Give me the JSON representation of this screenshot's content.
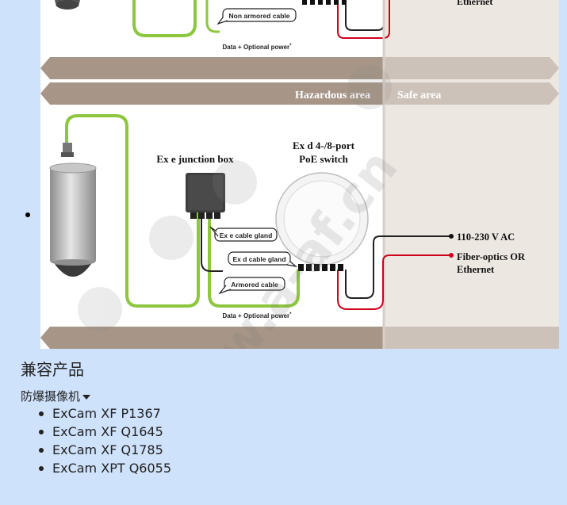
{
  "diagram": {
    "top_labels": {
      "non_armored_cable": "Non armored cable",
      "data_power": "Data + Optional power",
      "ethernet": "Ethernet"
    },
    "zones": {
      "hazardous": "Hazardous area",
      "safe": "Safe area"
    },
    "labels": {
      "junction_box": "Ex e junction box",
      "switch_line1": "Ex d 4-/8-port",
      "switch_line2": "PoE switch",
      "ex_e_gland": "Ex e cable gland",
      "ex_d_gland": "Ex d cable gland",
      "armored_cable": "Armored cable",
      "data_power": "Data + Optional power",
      "voltage": "110-230 V AC",
      "fiber_line1": "Fiber-optics OR",
      "fiber_line2": "Ethernet"
    },
    "footnote_mark": "*",
    "watermark": "www.a-af.cn",
    "colors": {
      "hazard_bg": "#ffffff",
      "safe_bg": "#ede7e1",
      "band": "#a79587",
      "cable_green": "#8dc63f",
      "cable_red": "#d0021b"
    }
  },
  "compatible": {
    "title": "兼容产品",
    "category": "防爆摄像机",
    "items": [
      "ExCam XF P1367",
      "ExCam XF Q1645",
      "ExCam XF Q1785",
      "ExCam XPT Q6055"
    ]
  }
}
